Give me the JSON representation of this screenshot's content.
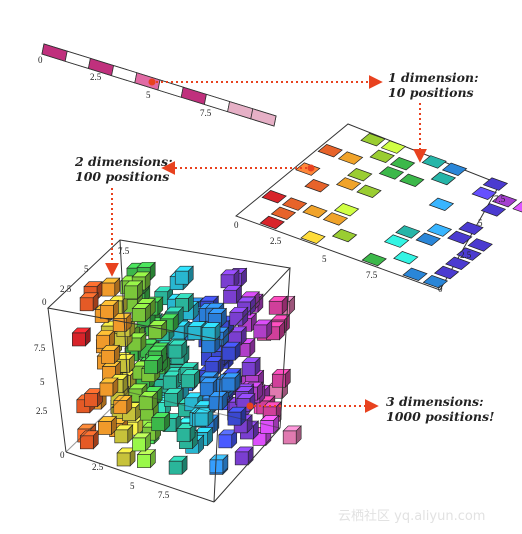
{
  "labels": {
    "one_d": [
      "1 dimension:",
      "10 positions"
    ],
    "two_d": [
      "2 dimensions:",
      "100 positions"
    ],
    "three_d": [
      "3 dimensions:",
      "1000 positions!"
    ]
  },
  "ticks": {
    "one_d": [
      "0",
      "2.5",
      "5",
      "7.5"
    ],
    "two_d_front": [
      "0",
      "2.5",
      "5",
      "7.5"
    ],
    "two_d_right": [
      "0",
      "2.5",
      "5",
      "7.5"
    ],
    "three_d_left": [
      "0",
      "2.5",
      "5",
      "7.5"
    ],
    "three_d_front": [
      "0",
      "2.5",
      "5",
      "7.5"
    ],
    "three_d_top": [
      "2.5",
      "5",
      "7.5"
    ]
  },
  "watermark": "云栖社区 yq.aliyun.com",
  "colors": {
    "arrow": "#e8421f",
    "magenta": "#c0307d",
    "pink": "#e6b0c6"
  }
}
